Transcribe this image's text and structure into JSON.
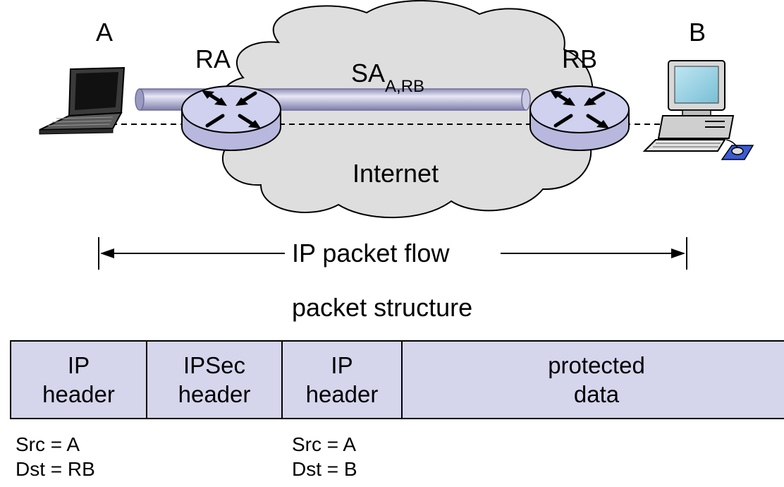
{
  "nodes": {
    "host_a": "A",
    "host_b": "B",
    "router_a": "RA",
    "router_b": "RB",
    "sa_main": "SA",
    "sa_sub": "A,RB",
    "network": "Internet"
  },
  "flow_label": "IP packet flow",
  "packet": {
    "title": "packet structure",
    "fields": [
      {
        "line1": "IP",
        "line2": "header"
      },
      {
        "line1": "IPSec",
        "line2": "header"
      },
      {
        "line1": "IP",
        "line2": "header"
      },
      {
        "line1": "protected",
        "line2": "data"
      }
    ],
    "outer_header": {
      "src": "Src = A",
      "dst": "Dst = RB"
    },
    "inner_header": {
      "src": "Src = A",
      "dst": "Dst = B"
    }
  },
  "colors": {
    "cloud": "#dedede",
    "tunnel": "#a8a8cc",
    "router": "#c8c8ea",
    "packet_fill": "#d5d5ec"
  }
}
